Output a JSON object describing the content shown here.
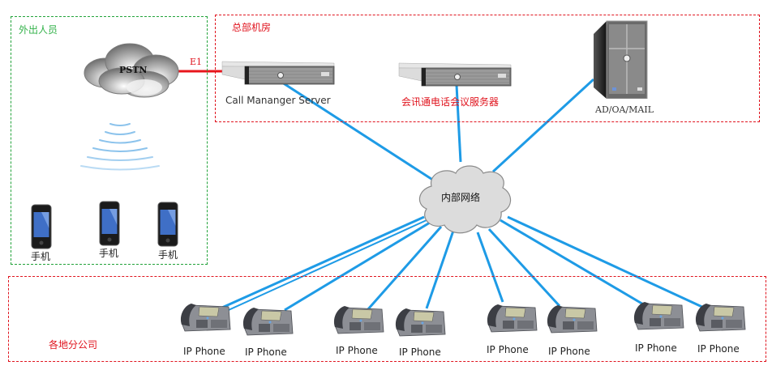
{
  "zones": {
    "mobile": {
      "label": "外出人员",
      "color": "#33b24a"
    },
    "hq": {
      "label": "总部机房",
      "color": "#e0141e"
    },
    "branches": {
      "label": "各地分公司",
      "color": "#e0141e"
    }
  },
  "nodes": {
    "pstn": {
      "label": "PSTN"
    },
    "e1_link": {
      "label": "E1"
    },
    "call_manager": {
      "label": "Call Mananger Server"
    },
    "conference_server": {
      "label": "会讯通电话会议服务器"
    },
    "ad_server": {
      "label": "AD/OA/MAIL"
    },
    "internal_network": {
      "label": "内部网络"
    },
    "phones": [
      {
        "label": "手机"
      },
      {
        "label": "手机"
      },
      {
        "label": "手机"
      }
    ],
    "ip_phones": [
      {
        "label": "IP Phone"
      },
      {
        "label": "IP Phone"
      },
      {
        "label": "IP Phone"
      },
      {
        "label": "IP Phone"
      },
      {
        "label": "IP Phone"
      },
      {
        "label": "IP Phone"
      },
      {
        "label": "IP Phone"
      },
      {
        "label": "IP Phone"
      }
    ]
  },
  "colors": {
    "link": "#1e9be6",
    "e1": "#e8161c",
    "hq_label": "#e0141e",
    "mobile_label": "#33b24a"
  }
}
